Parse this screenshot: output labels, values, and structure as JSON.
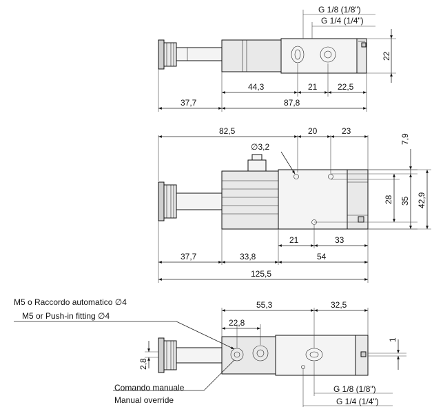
{
  "top_view": {
    "thread_primary": "G 1/8 (1/8\")",
    "thread_secondary": "G 1/4 (1/4\")",
    "dims": {
      "height": "22",
      "seg_a": "44,3",
      "seg_b": "21",
      "seg_c": "22,5",
      "left": "37,7",
      "right": "87,8"
    }
  },
  "front_view": {
    "dims": {
      "top_left": "82,5",
      "top_mid": "20",
      "top_right": "23",
      "hole_dia": "∅3,2",
      "right_small": "7,9",
      "right_28": "28",
      "right_35": "35",
      "right_429": "42,9",
      "bot_21": "21",
      "bot_33": "33",
      "row2_377": "37,7",
      "row2_338": "33,8",
      "row2_54": "54",
      "total": "125,5"
    }
  },
  "bottom_view": {
    "label_it": "M5 o Raccordo automatico ∅4",
    "label_en": "M5 or Push-in fitting ∅4",
    "override_it": "Comando manuale",
    "override_en": "Manual override",
    "thread_primary": "G 1/8 (1/8\")",
    "thread_secondary": "G 1/4 (1/4\")",
    "dims": {
      "d553": "55,3",
      "d325": "32,5",
      "d228": "22,8",
      "d28": "2,8",
      "d1": "1"
    }
  }
}
